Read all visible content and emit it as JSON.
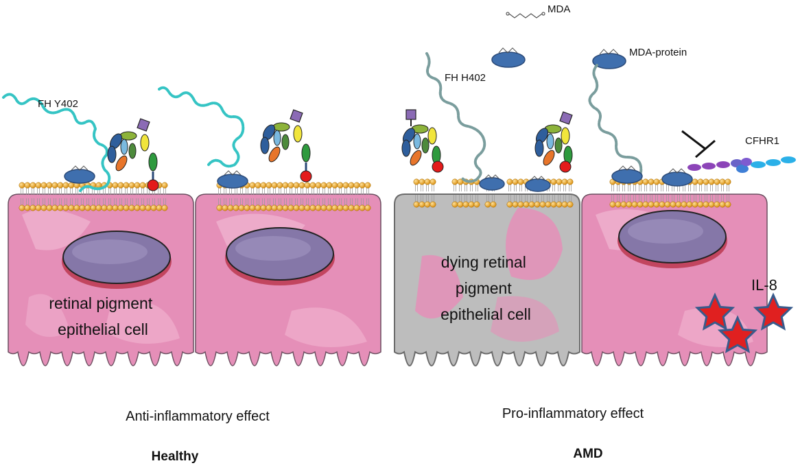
{
  "labels": {
    "mda": "MDA",
    "mda_protein": "MDA-protein",
    "fh_y402": "FH Y402",
    "fh_h402": "FH H402",
    "cfhr1": "CFHR1",
    "il8": "IL-8",
    "healthy_cell_lines": [
      "retinal pigment",
      "epithelial cell"
    ],
    "dying_cell_lines": [
      "dying retinal",
      "pigment",
      "epithelial cell"
    ],
    "anti_effect": "Anti-inflammatory effect",
    "pro_effect": "Pro-inflammatory effect",
    "healthy": "Healthy",
    "amd": "AMD"
  },
  "colors": {
    "cell_pink": "#e58fb8",
    "cell_pink_light": "#f1b6d1",
    "cell_outline": "#6b4f60",
    "nucleus": "#8577a8",
    "nucleus_shadow": "#c2455f",
    "dying_cell": "#bdbdbd",
    "lipid_head": "#e8a51c",
    "fh_y402": "#35c4c4",
    "fh_h402": "#7a9d9d",
    "mda_protein": "#3f6fae",
    "cfhr1_purple": "#8c44b8",
    "cfhr1_cyan": "#2bb0e8",
    "il8_star": "#e02020",
    "il8_star_border": "#385b8c"
  }
}
